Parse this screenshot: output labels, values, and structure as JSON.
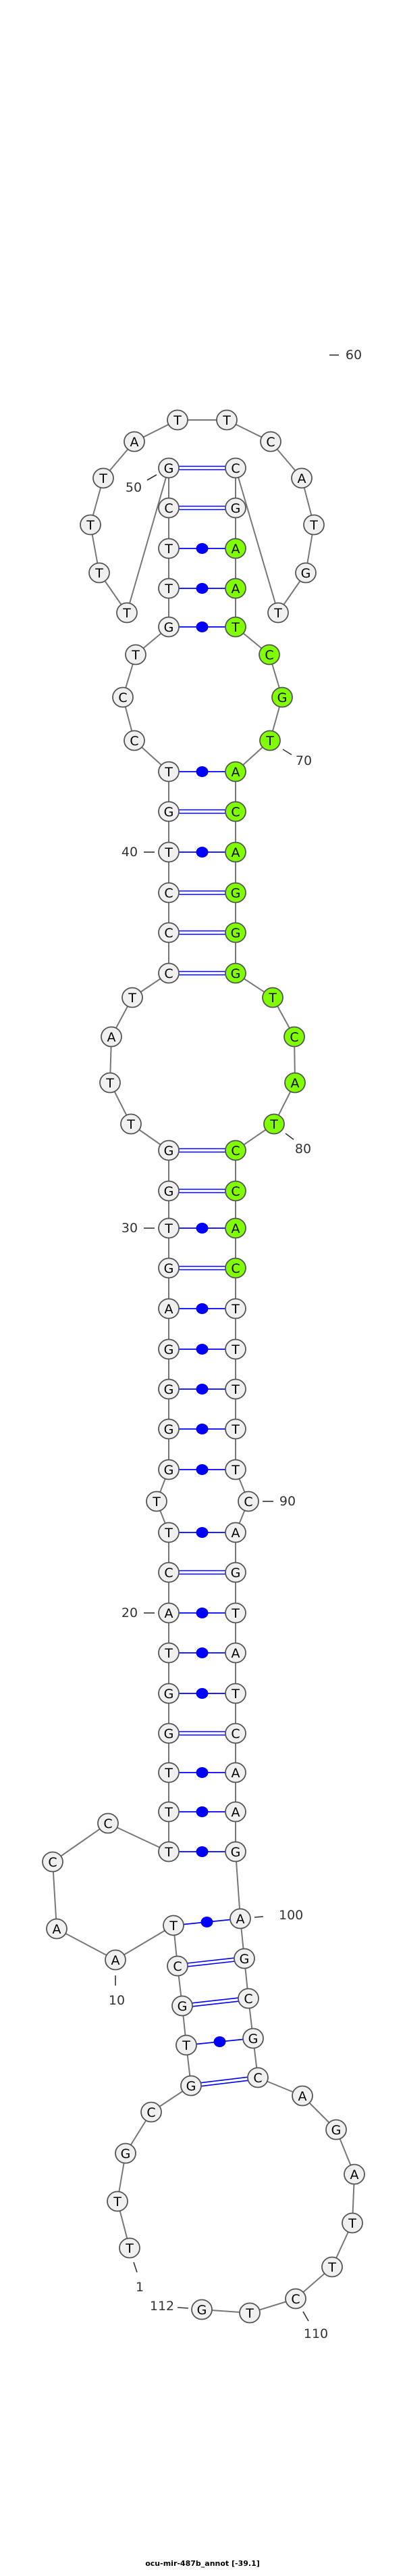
{
  "caption": "ocu-mir-487b_annot [-39.1]",
  "sequence": "TTGCGTGCTAACCTTTGGTACTTGGGGAGTGGTTATCCCTGTCCTGTTCGTTTTATTCATGTCGAATCGTACAGGGTCATCCACTTTTTCAGTATCAAGAGCGCAGATTCTG",
  "highlight_range": [
    65,
    84
  ],
  "pairs": [
    [
      5,
      104
    ],
    [
      6,
      103
    ],
    [
      7,
      102
    ],
    [
      8,
      101
    ],
    [
      9,
      100
    ],
    [
      14,
      99
    ],
    [
      15,
      98
    ],
    [
      16,
      97
    ],
    [
      17,
      96
    ],
    [
      18,
      95
    ],
    [
      19,
      94
    ],
    [
      20,
      93
    ],
    [
      21,
      92
    ],
    [
      22,
      91
    ],
    [
      24,
      89
    ],
    [
      25,
      88
    ],
    [
      26,
      87
    ],
    [
      27,
      86
    ],
    [
      28,
      85
    ],
    [
      29,
      84
    ],
    [
      30,
      83
    ],
    [
      31,
      82
    ],
    [
      32,
      81
    ],
    [
      37,
      76
    ],
    [
      38,
      75
    ],
    [
      39,
      74
    ],
    [
      40,
      73
    ],
    [
      41,
      72
    ],
    [
      42,
      71
    ],
    [
      46,
      67
    ],
    [
      47,
      66
    ],
    [
      48,
      65
    ],
    [
      49,
      64
    ],
    [
      50,
      63
    ]
  ],
  "position_labels": [
    "1",
    "10",
    "20",
    "30",
    "40",
    "50",
    "60",
    "70",
    "80",
    "90",
    "100",
    "110",
    "112"
  ],
  "colors": {
    "node_fill": "#f0f0f0",
    "node_stroke": "#555555",
    "highlight_fill": "#7fff00",
    "backbone": "#777777",
    "pair": "#0000ff"
  }
}
